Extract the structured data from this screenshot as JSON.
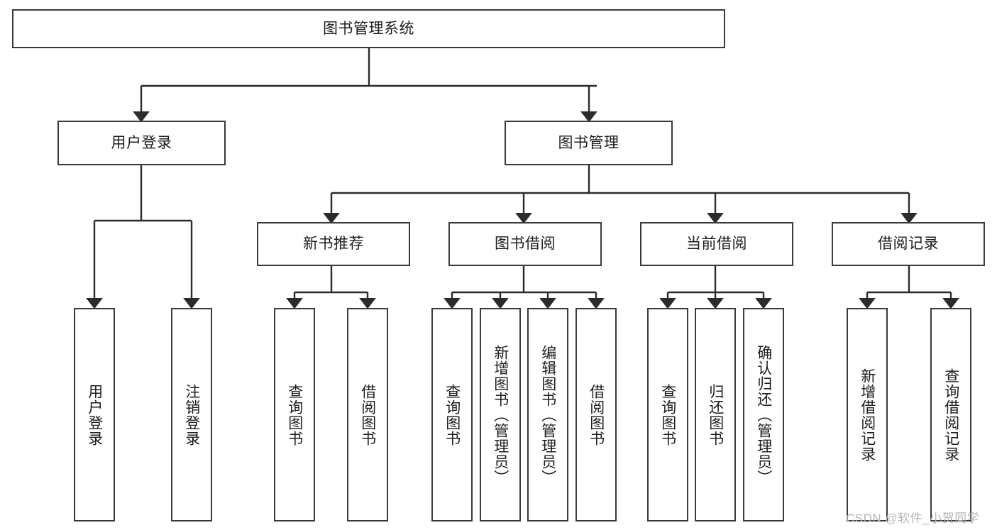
{
  "diagram": {
    "title": "图书管理系统",
    "type": "tree-hierarchy",
    "root": {
      "label": "图书管理系统"
    },
    "level2": [
      {
        "label": "用户登录"
      },
      {
        "label": "图书管理"
      }
    ],
    "level3": [
      {
        "label": "新书推荐"
      },
      {
        "label": "图书借阅"
      },
      {
        "label": "当前借阅"
      },
      {
        "label": "借阅记录"
      }
    ],
    "leaves": [
      {
        "label": "用户登录"
      },
      {
        "label": "注销登录"
      },
      {
        "label": "查询图书"
      },
      {
        "label": "借阅图书"
      },
      {
        "label": "查询图书"
      },
      {
        "label": "新增图书（管理员）"
      },
      {
        "label": "编辑图书（管理员）"
      },
      {
        "label": "借阅图书"
      },
      {
        "label": "查询图书"
      },
      {
        "label": "归还图书"
      },
      {
        "label": "确认归还（管理员）"
      },
      {
        "label": "新增借阅记录"
      },
      {
        "label": "查询借阅记录"
      }
    ]
  },
  "watermark": {
    "text": "CSDN @软件_小贺同学"
  },
  "colors": {
    "stroke": "#3a3a3a",
    "text": "#1d1d1d",
    "background": "#ffffff",
    "watermark": "#b6b6b6"
  }
}
